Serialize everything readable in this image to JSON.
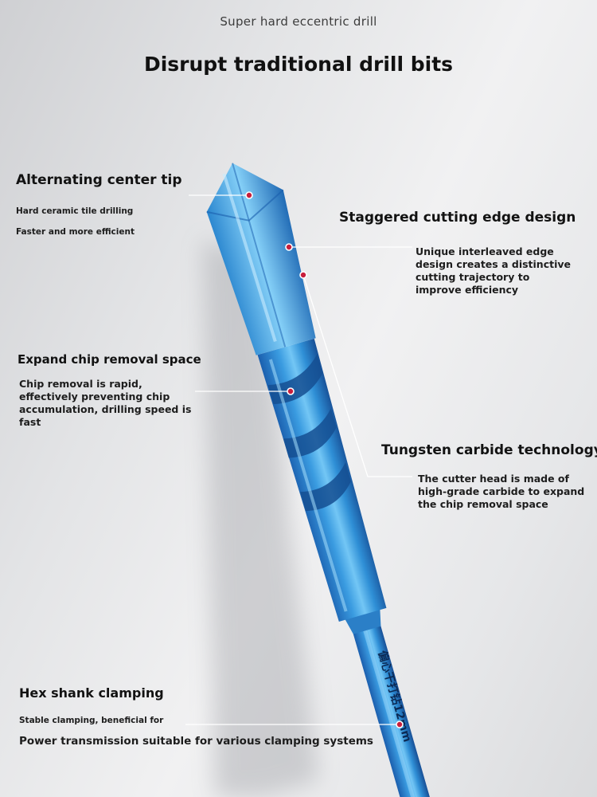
{
  "header": {
    "subtitle": "Super hard eccentric drill",
    "headline": "Disrupt traditional drill bits"
  },
  "features": {
    "center_tip": {
      "title": "Alternating center tip",
      "line1": "Hard ceramic tile drilling",
      "line2": "Faster and more efficient"
    },
    "staggered_edge": {
      "title": "Staggered cutting edge design",
      "description": "Unique interleaved edge design creates a distinctive cutting trajectory to improve efficiency"
    },
    "chip_space": {
      "title": "Expand chip removal space",
      "description": "Chip removal is rapid, effectively preventing chip accumulation, drilling speed is fast"
    },
    "tungsten": {
      "title": "Tungsten carbide technology",
      "description": "The cutter head is made of high-grade carbide to expand the chip removal space"
    },
    "hex_shank": {
      "title": "Hex shank clamping",
      "line1": "Stable clamping, beneficial for",
      "line2": "Power transmission suitable for various clamping systems"
    }
  },
  "product": {
    "shank_engraving": "偏心干打钻12mm",
    "color": "#2f8fd6",
    "color_dark": "#1a5fae",
    "color_light": "#6ec2f4"
  },
  "theme": {
    "pointer_color": "#ffffff",
    "marker_color": "#c81e3c"
  }
}
